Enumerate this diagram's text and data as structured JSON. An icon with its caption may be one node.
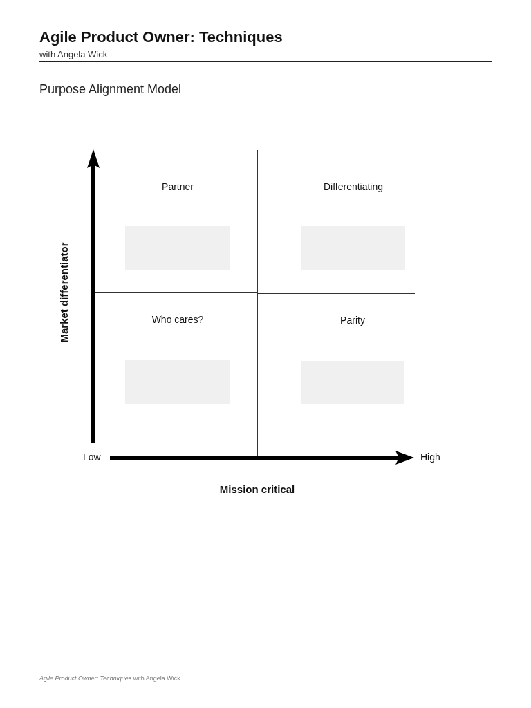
{
  "diagram": {
    "title": "Agile Product Owner: Techniques",
    "nodes": [
      {
        "text": [
          "Partner"
        ]
      },
      {
        "text": [],
        "shape": "box",
        "in": 0
      },
      {
        "text": [
          "Differentiating"
        ]
      },
      {
        "text": [],
        "shape": "box",
        "in": 2
      },
      {
        "text": [
          "Who cares?"
        ]
      },
      {
        "text": [],
        "shape": "box",
        "in": 4
      },
      {
        "text": [
          "Parity"
        ]
      },
      {
        "text": [],
        "shape": "box",
        "in": 6
      }
    ],
    "labels": [
      "with Angela Wick",
      "Purpose Alignment Model",
      "Market differentiator",
      "Low",
      "High",
      "Mission critical",
      "*Agile Product Owner: Techniques* with Angela Wick"
    ]
  }
}
